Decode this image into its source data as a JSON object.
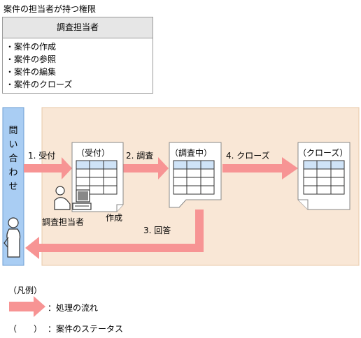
{
  "heading": "案件の担当者が持つ権限",
  "permission_table": {
    "header": "調査担当者",
    "bullet": "・",
    "items": [
      "案件の作成",
      "案件の参照",
      "案件の編集",
      "案件のクローズ"
    ]
  },
  "flow": {
    "inquiry_label": "問い合わせ",
    "steps": [
      {
        "label": "1. 受付"
      },
      {
        "label": "2. 調査"
      },
      {
        "label": "3. 回答"
      },
      {
        "label": "4. クローズ"
      }
    ],
    "statuses": [
      "（受付）",
      "（調査中）",
      "（クローズ）"
    ],
    "actor_label": "調査担当者",
    "create_label": "作成"
  },
  "legend": {
    "title": "（凡例）",
    "arrow_desc": "：処理の流れ",
    "paren_symbol": "（　　）",
    "status_desc": "：案件のステータス"
  },
  "colors": {
    "arrow": "#f79494",
    "inquiry_bar": "#a9cdf3",
    "process_area": "#f9e7d6",
    "table_header": "#e6e6e6",
    "cell_fill": "#cfe3f7"
  }
}
